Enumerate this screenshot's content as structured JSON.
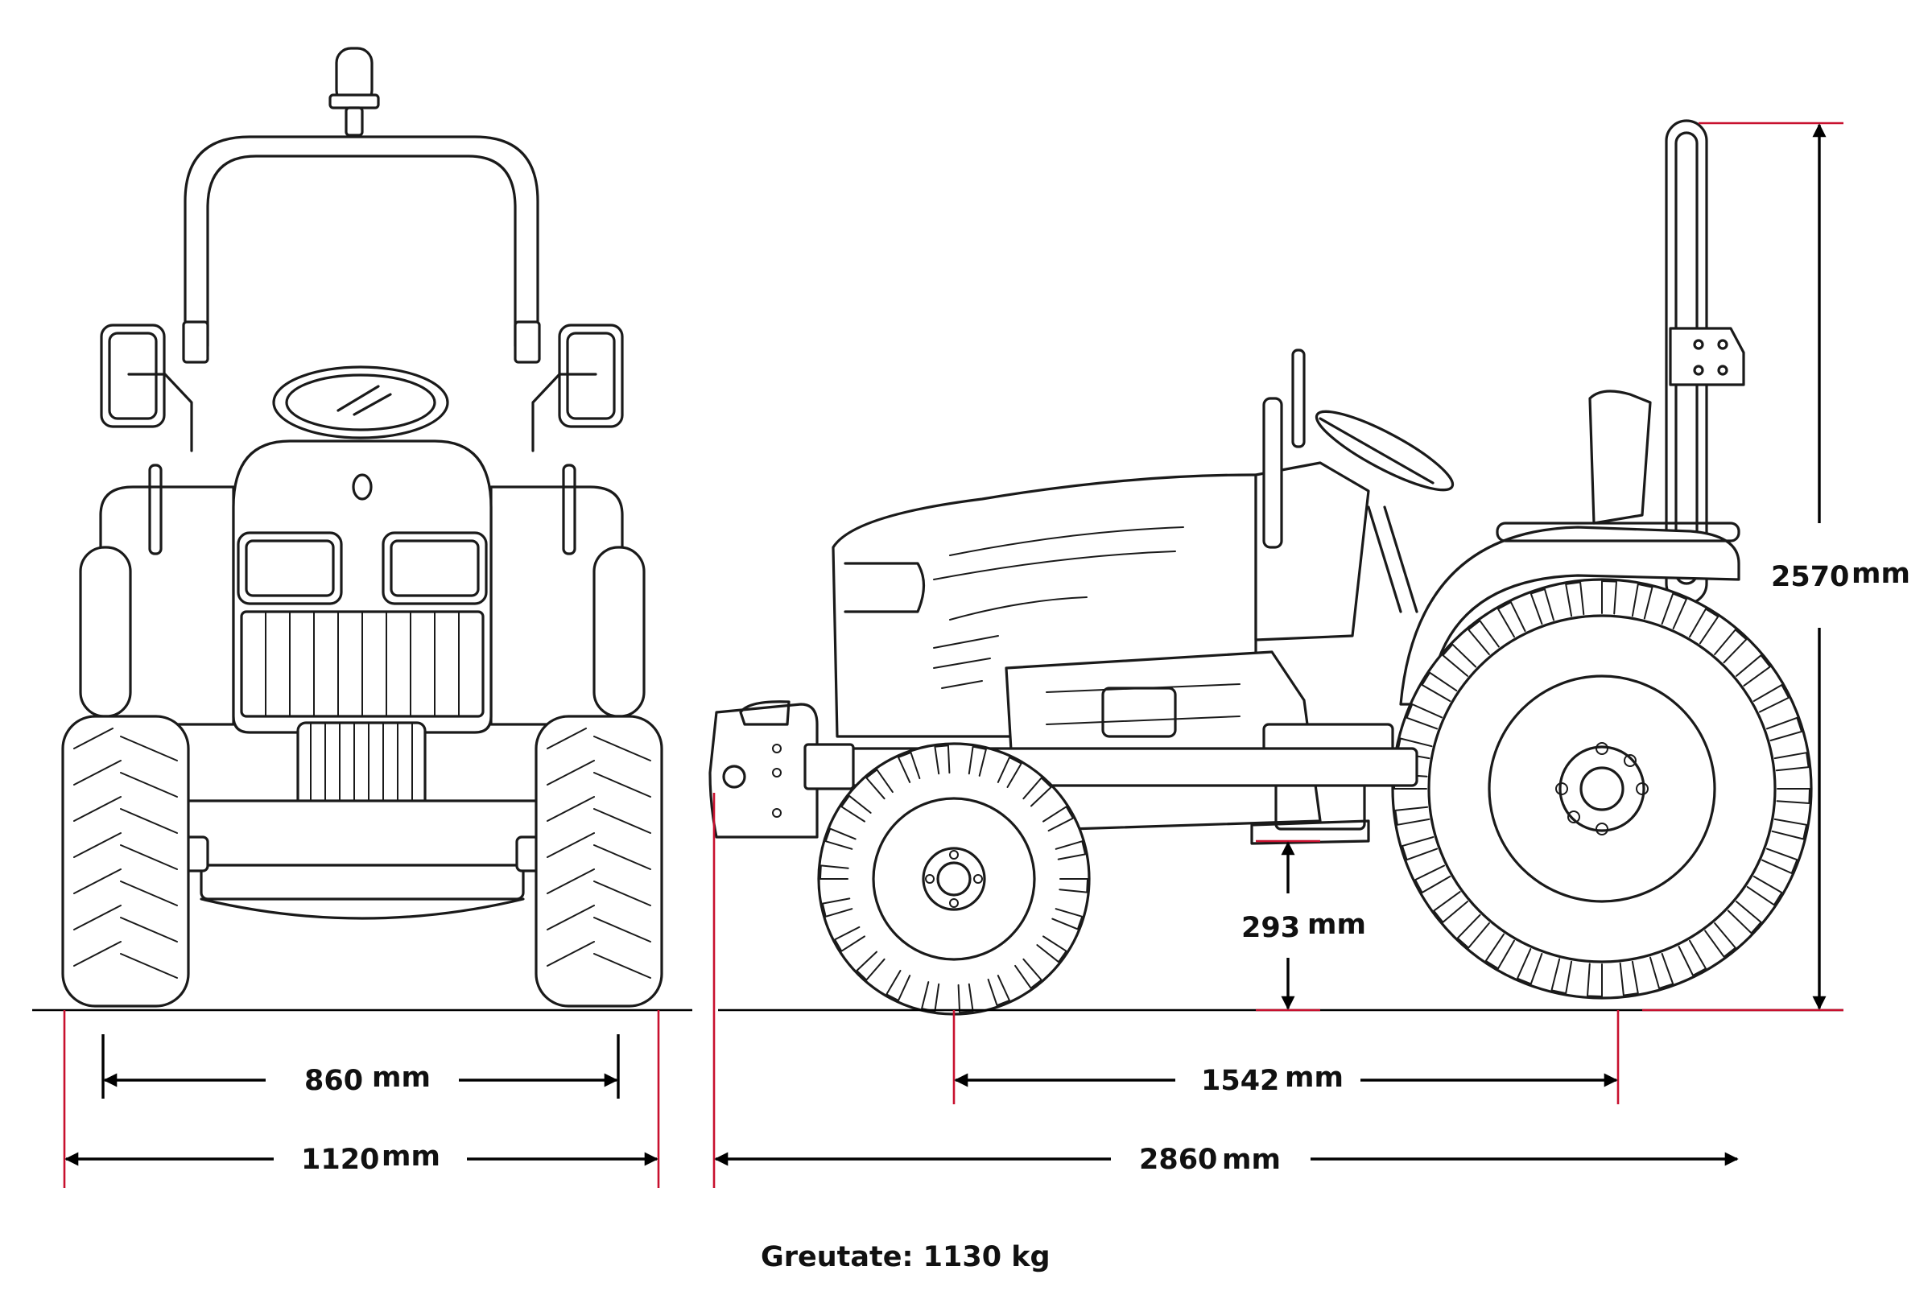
{
  "diagram": {
    "dimensions": {
      "front_track": {
        "value": "860",
        "unit": "mm"
      },
      "front_width": {
        "value": "1120",
        "unit": "mm"
      },
      "wheelbase": {
        "value": "1542",
        "unit": "mm"
      },
      "overall_length": {
        "value": "2860",
        "unit": "mm"
      },
      "overall_height": {
        "value": "2570",
        "unit": "mm"
      },
      "ground_clearance": {
        "value": "293",
        "unit": "mm"
      }
    },
    "weight": {
      "text": "Greutate: 1130 kg"
    },
    "colors": {
      "line": "#1a1a1a",
      "dimension": "#000000",
      "reference": "#c8102e"
    },
    "icons": [
      "front-view-tractor",
      "side-view-tractor",
      "dimension-arrow"
    ]
  }
}
